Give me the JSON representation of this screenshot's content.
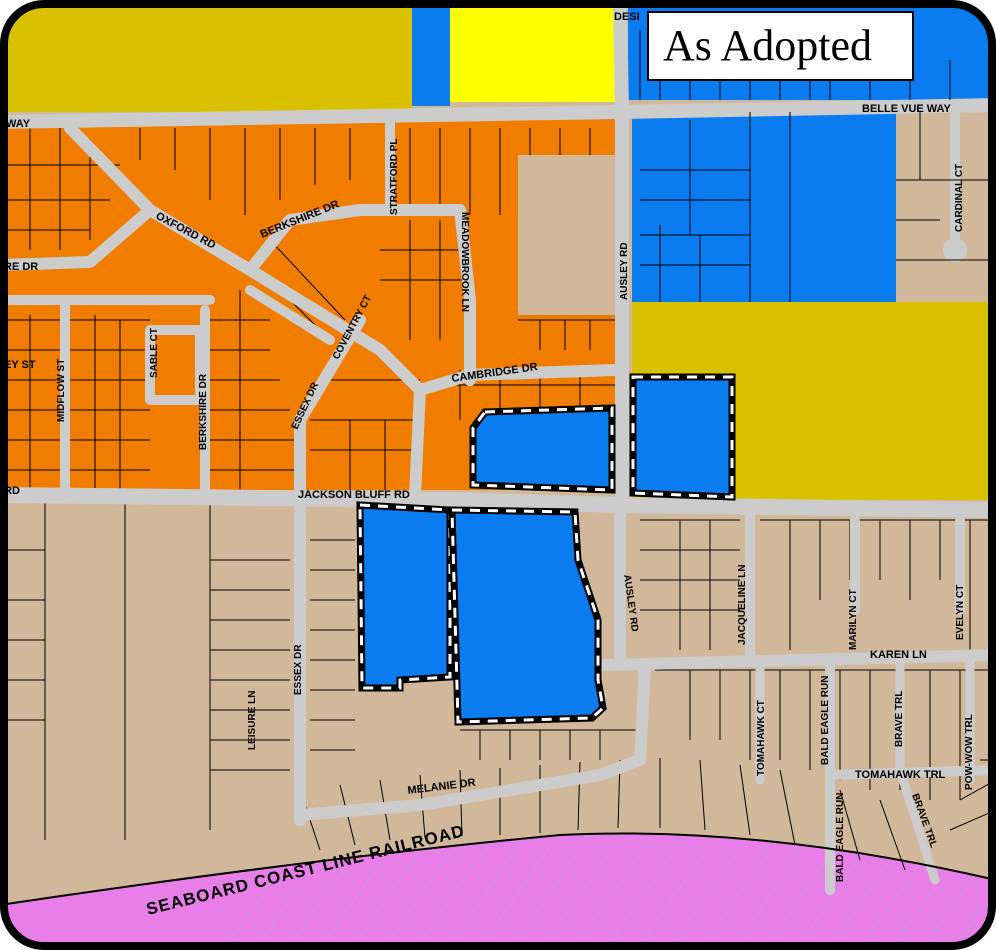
{
  "title": "As Adopted",
  "colors": {
    "residential_orange": "#f07d00",
    "tan_base": "#d2b89a",
    "blue": "#0a7cf0",
    "olive": "#d9c000",
    "yellow": "#ffff00",
    "pink": "#e87ee8",
    "road": "#cccccc"
  },
  "streets": {
    "desi": "DESI",
    "belle_vue_way": "BELLE VUE WAY",
    "way_left": "WAY",
    "stratford_pl": "STRATFORD PL",
    "oxford_rd": "OXFORD RD",
    "berkshire_dr_n": "BERKSHIRE DR",
    "meadowbrook_ln": "MEADOWBROOK LN",
    "ausley_rd_n": "AUSLEY RD",
    "cardinal_ct": "CARDINAL CT",
    "re_dr": "RE DR",
    "ey_st": "EY ST",
    "midflow_st": "MIDFLOW ST",
    "sable_ct": "SABLE CT",
    "berkshire_dr_s": "BERKSHIRE DR",
    "essex_dr_n": "ESSEX DR",
    "coventry_ct": "COVENTRY CT",
    "cambridge_dr": "CAMBRIDGE DR",
    "rd_left": "RD",
    "jackson_bluff_rd": "JACKSON BLUFF RD",
    "ausley_rd_s": "AUSLEY RD",
    "jacqueline_ln": "JACQUELINE LN",
    "marilyn_ct": "MARILYN CT",
    "evelyn_ct": "EVELYN CT",
    "karen_ln": "KAREN LN",
    "essex_dr_s": "ESSEX DR",
    "leisure_ln": "LEISURE LN",
    "tomahawk_ct": "TOMAHAWK CT",
    "bald_eagle_run_n": "BALD EAGLE RUN",
    "brave_trl_n": "BRAVE TRL",
    "pow_wow_trl": "POW-WOW TRL",
    "tomahawk_trl": "TOMAHAWK TRL",
    "bald_eagle_run_s": "BALD EAGLE RUN",
    "brave_trl_s": "BRAVE TRL",
    "melanie_dr": "MELANIE DR",
    "railroad": "SEABOARD COAST LINE RAILROAD"
  }
}
